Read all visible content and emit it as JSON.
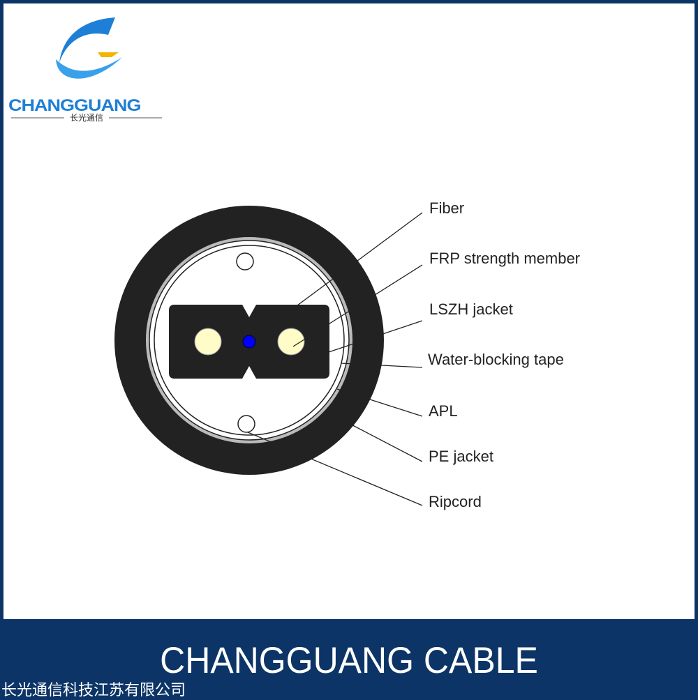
{
  "logo": {
    "brand": "CHANGGUANG",
    "subtitle": "长光通信"
  },
  "labels": [
    "Fiber",
    "FRP strength member",
    "LSZH jacket",
    "Water-blocking tape",
    "APL",
    "PE jacket",
    "Ripcord"
  ],
  "footer": {
    "title": "CHANGGUANG CABLE",
    "company": "长光通信科技江苏有限公司"
  },
  "colors": {
    "navy": "#0c3466",
    "logo_blue": "#1e7fd6",
    "fiber_blue": "#0000ff",
    "frp": "#fffcc8",
    "jacket": "#222222"
  }
}
